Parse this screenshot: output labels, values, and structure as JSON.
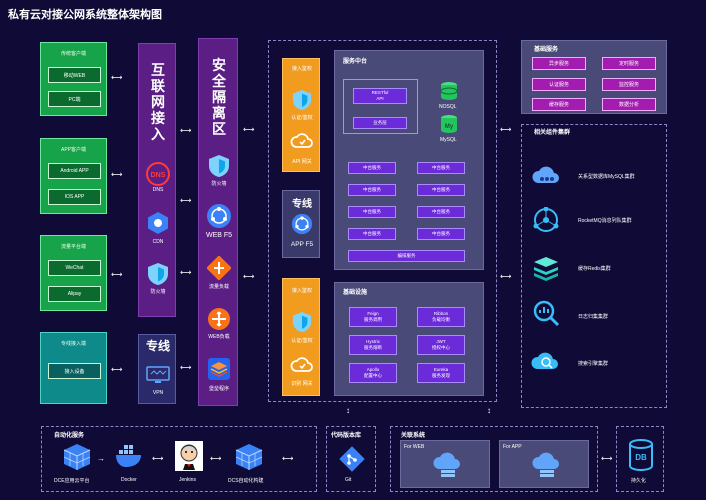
{
  "title": "私有云对接公网系统整体架构图",
  "clients": [
    {
      "title": "传统客户端",
      "items": [
        "移动WEB",
        "PC端"
      ]
    },
    {
      "title": "APP客户端",
      "items": [
        "Android APP",
        "IOS APP"
      ]
    },
    {
      "title": "流量平台端",
      "items": [
        "WeChat",
        "Alipay"
      ]
    },
    {
      "title": "专线接入端",
      "items": [
        "接入设备"
      ]
    }
  ],
  "internet": {
    "title_chars": [
      "互",
      "联",
      "网",
      "接",
      "入"
    ],
    "icons": [
      "DNS",
      "CDN",
      "防火墙"
    ]
  },
  "dedicated": {
    "title": "专线",
    "icon": "VPN"
  },
  "security": {
    "title_chars": [
      "安",
      "全",
      "隔",
      "离",
      "区"
    ],
    "icons": [
      "防火墙",
      "WEB F5",
      "流量负载",
      "WEB负载",
      "堡垒程序"
    ]
  },
  "gateway_top": {
    "head": "接入鉴权",
    "auth": "认证/鉴权",
    "api": "API 网关"
  },
  "gateway_mid": {
    "title": "专线",
    "label": "APP F5"
  },
  "gateway_bot": {
    "head": "接入鉴权",
    "auth": "认证/鉴权",
    "api": "识别 网关"
  },
  "service_center": {
    "title": "服务中台",
    "restful": "RESTful\nAPI",
    "business": "业务层",
    "nosql": "NOSQL",
    "mysql": "MySQL",
    "middle": [
      "中台服务",
      "中台服务",
      "中台服务",
      "中台服务",
      "中台服务",
      "中台服务",
      "中台服务",
      "中台服务"
    ],
    "index": "编排服务"
  },
  "infra": {
    "title": "基础设施",
    "items": [
      "Feign\n服务调用",
      "Ribbon\n负载均衡",
      "Hystrix\n服务熔断",
      "JWT\n授权中心",
      "Apollo\n配置中心",
      "Eureka\n服务发现"
    ]
  },
  "basic_services": {
    "title": "基础服务",
    "items": [
      "异步服务",
      "定时服务",
      "认证服务",
      "监控服务",
      "缓存服务",
      "数据分析"
    ]
  },
  "components": {
    "title": "相关组件集群",
    "items": [
      "关系型数据库MySQL集群",
      "RocketMQ消息列队集群",
      "缓存Redis集群",
      "日志归集集群",
      "搜索引擎集群"
    ]
  },
  "automation": {
    "title": "自动化服务",
    "items": [
      "DCE应用云平台",
      "Docker",
      "Jenkins",
      "DCS自动化构建"
    ]
  },
  "code_repo": {
    "title": "代码版本库",
    "label": "Git"
  },
  "related": {
    "title": "关联系统",
    "web": "For WEB",
    "app": "For APP"
  },
  "persist": {
    "label": "持久化",
    "icon": "DB"
  },
  "colors": {
    "bg": "#0f0a36",
    "green": "#16a34a",
    "teal": "#0e8a8a",
    "purple": "#5b1e84",
    "orange": "#f29c1f",
    "magenta": "#a21caf"
  }
}
